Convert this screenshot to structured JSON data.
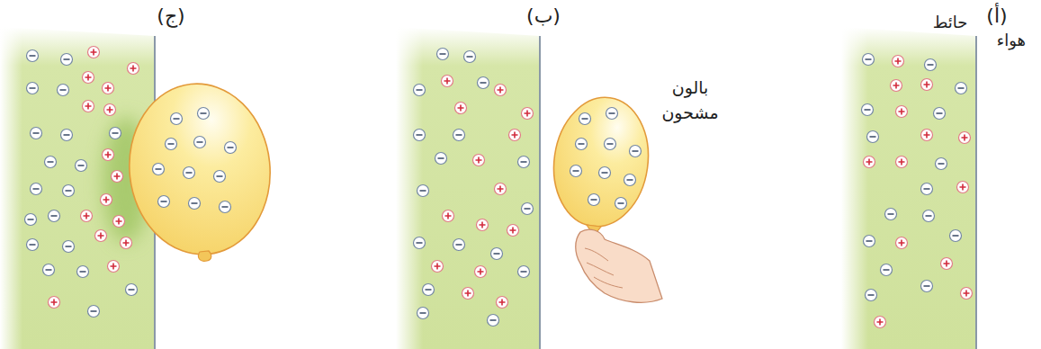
{
  "diagram": {
    "labels": [
      "(أ)",
      "حائط",
      "هواء",
      "(ب)",
      "بالون مشحون",
      "(ج)"
    ]
  }
}
